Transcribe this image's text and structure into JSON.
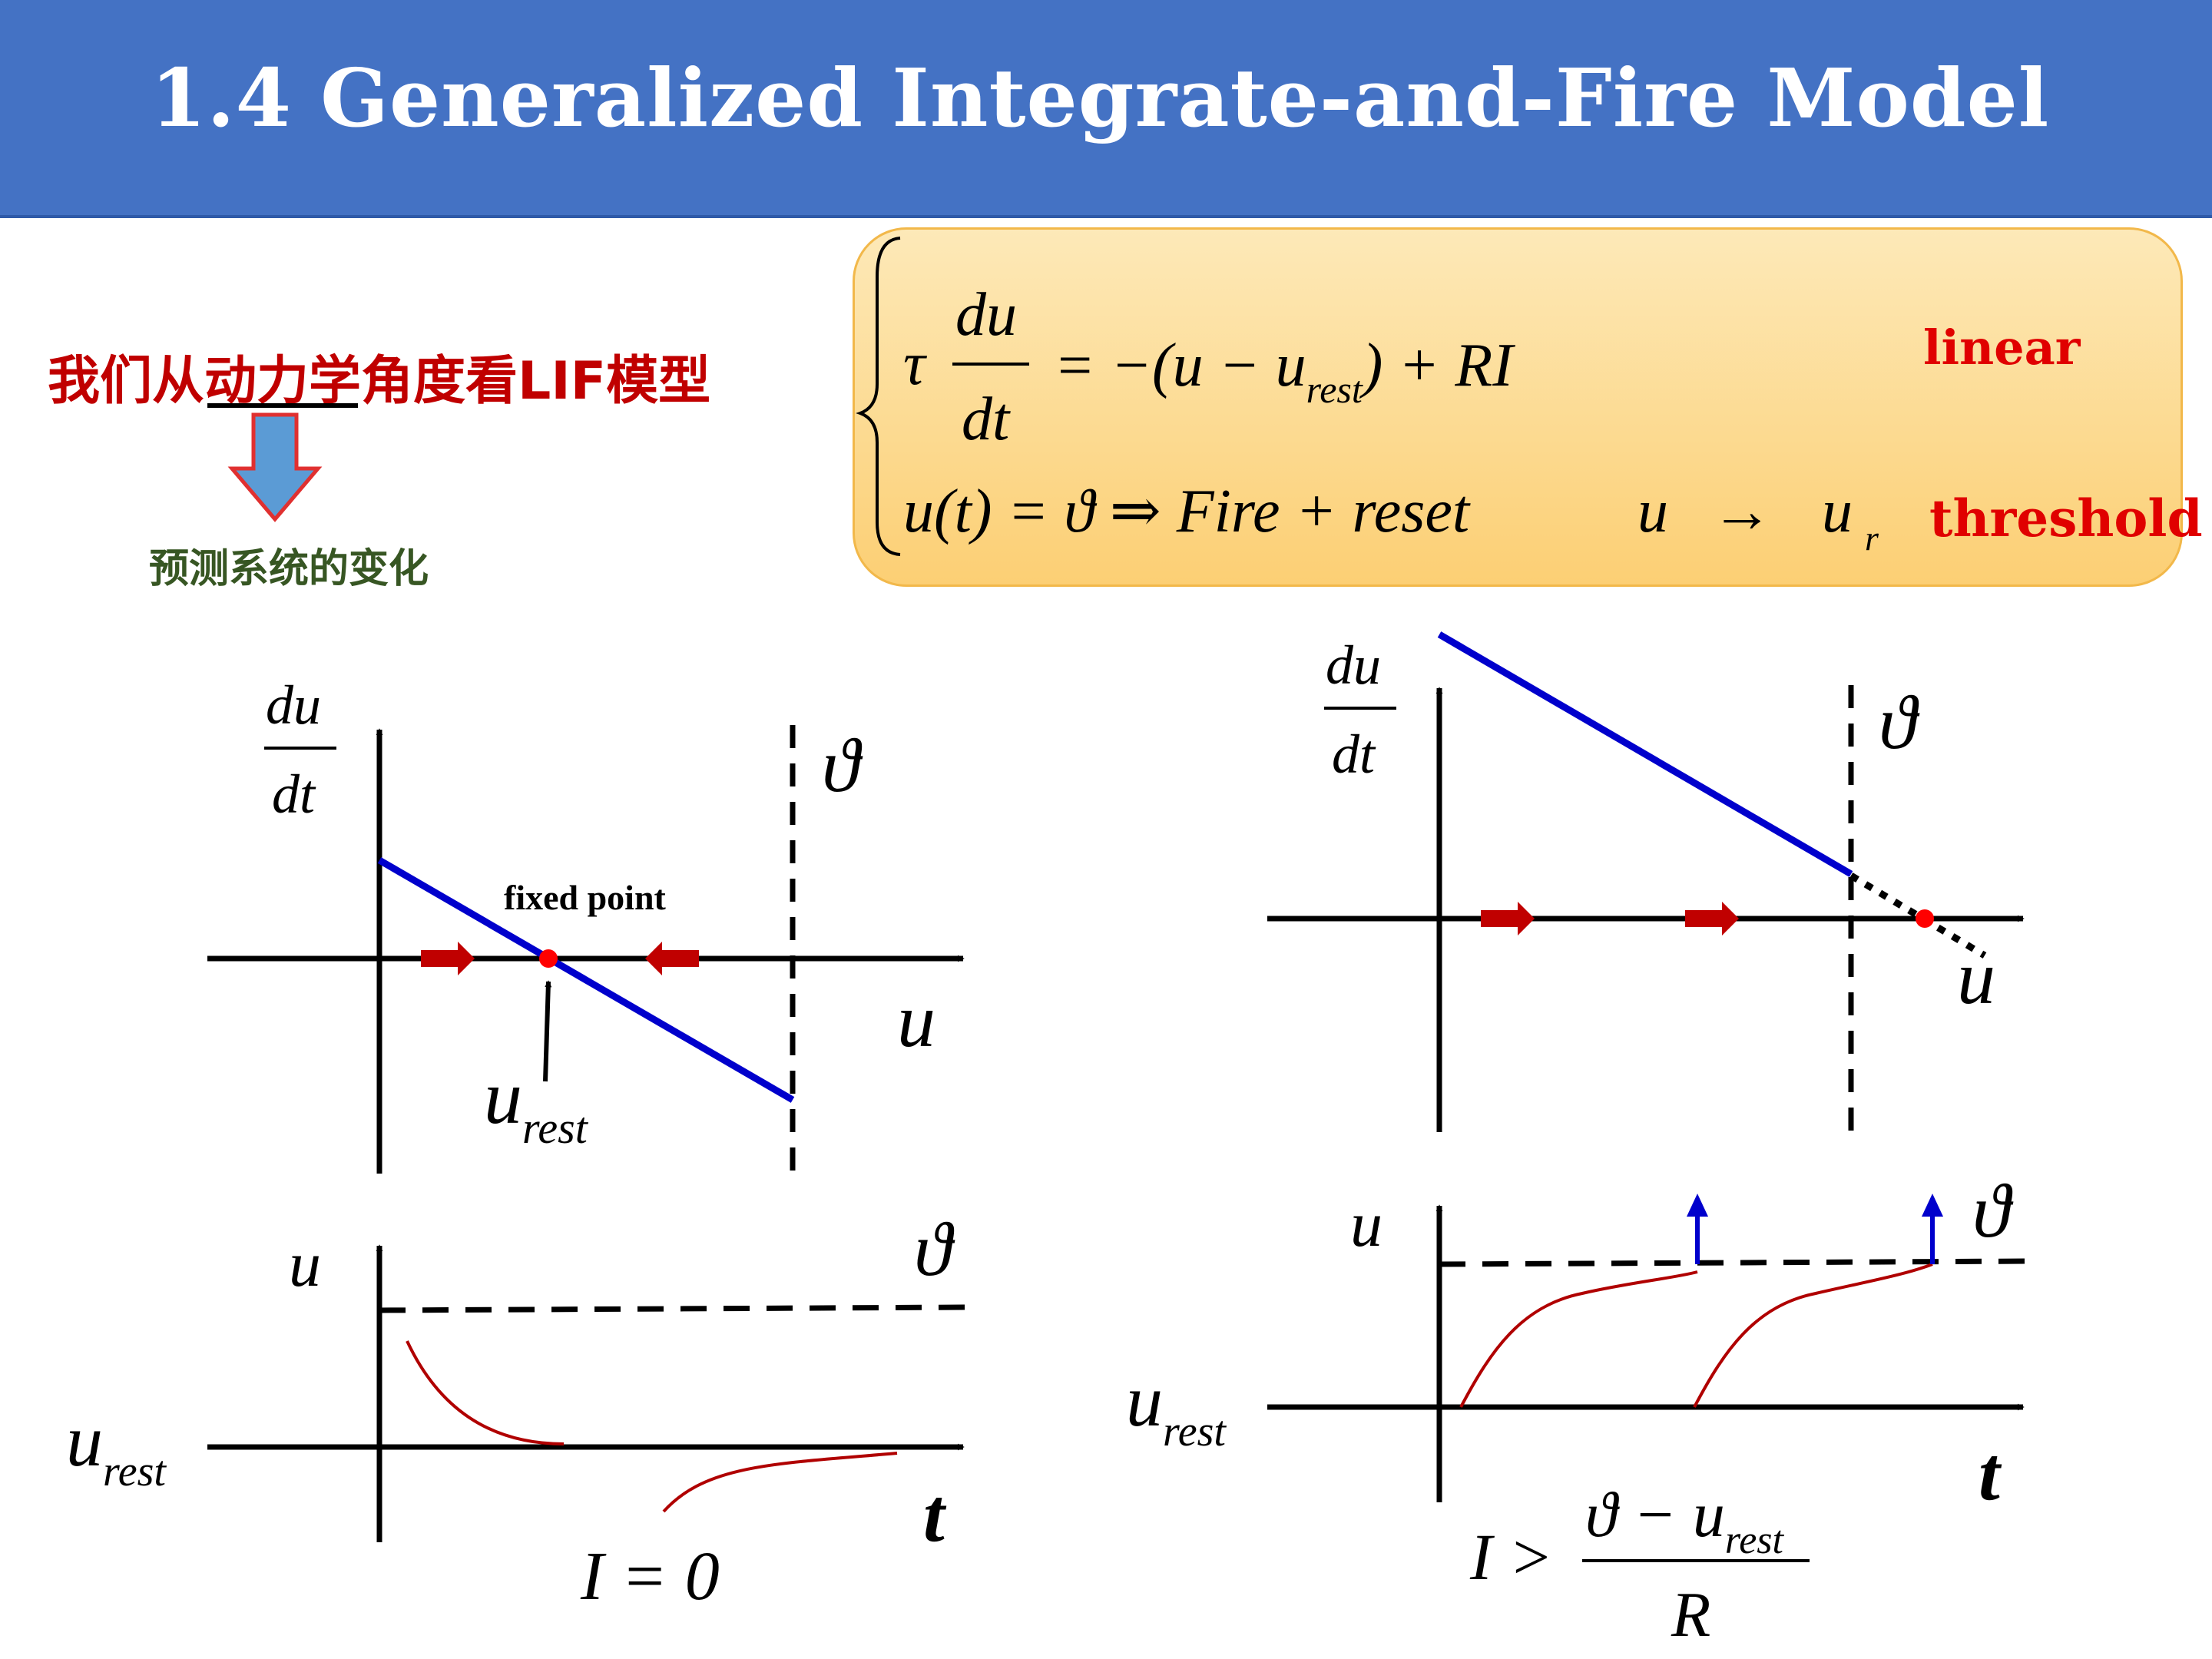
{
  "slide_title": "1.4 Generalized Integrate-and-Fire Model",
  "intro": {
    "heading": "我们从动力学角度看LIF模型",
    "subheading": "预测系统的变化"
  },
  "equations": {
    "tau": "τ",
    "du": "du",
    "dt": "dt",
    "rhs_1": "= −(u − u",
    "rhs_1_sub": "rest",
    "rhs_1_tail": ") + RI",
    "line2_lhs": "u(t) = ϑ ⇒ Fire + reset",
    "line2_reset_u": "u",
    "line2_arrow": "→",
    "line2_ur": "u",
    "line2_ur_sub": "r",
    "tag_linear": "linear",
    "tag_threshold": "threshold"
  },
  "plots": {
    "left_phase": {
      "y_label_num": "du",
      "y_label_den": "dt",
      "x_label": "u",
      "threshold_label": "ϑ",
      "fixed_point_label": "fixed point",
      "rest_label": "u",
      "rest_sub": "rest"
    },
    "left_time": {
      "y_label": "u",
      "x_label": "t",
      "threshold_label": "ϑ",
      "rest_label": "u",
      "rest_sub": "rest",
      "condition": "I = 0"
    },
    "right_phase": {
      "y_label_num": "du",
      "y_label_den": "dt",
      "x_label": "u",
      "threshold_label": "ϑ"
    },
    "right_time": {
      "y_label": "u",
      "x_label": "t",
      "threshold_label": "ϑ",
      "rest_label": "u",
      "rest_sub": "rest",
      "condition_lhs": "I >",
      "condition_num": "ϑ − u",
      "condition_num_sub": "rest",
      "condition_den": "R"
    }
  },
  "colors": {
    "header": "#4472c4",
    "line_blue": "#0000cc",
    "arrow_red": "#c00000",
    "curve_red": "#b00000",
    "spike_blue": "#0000cc",
    "label_red": "#e00000",
    "dot_red": "#ff0000"
  }
}
